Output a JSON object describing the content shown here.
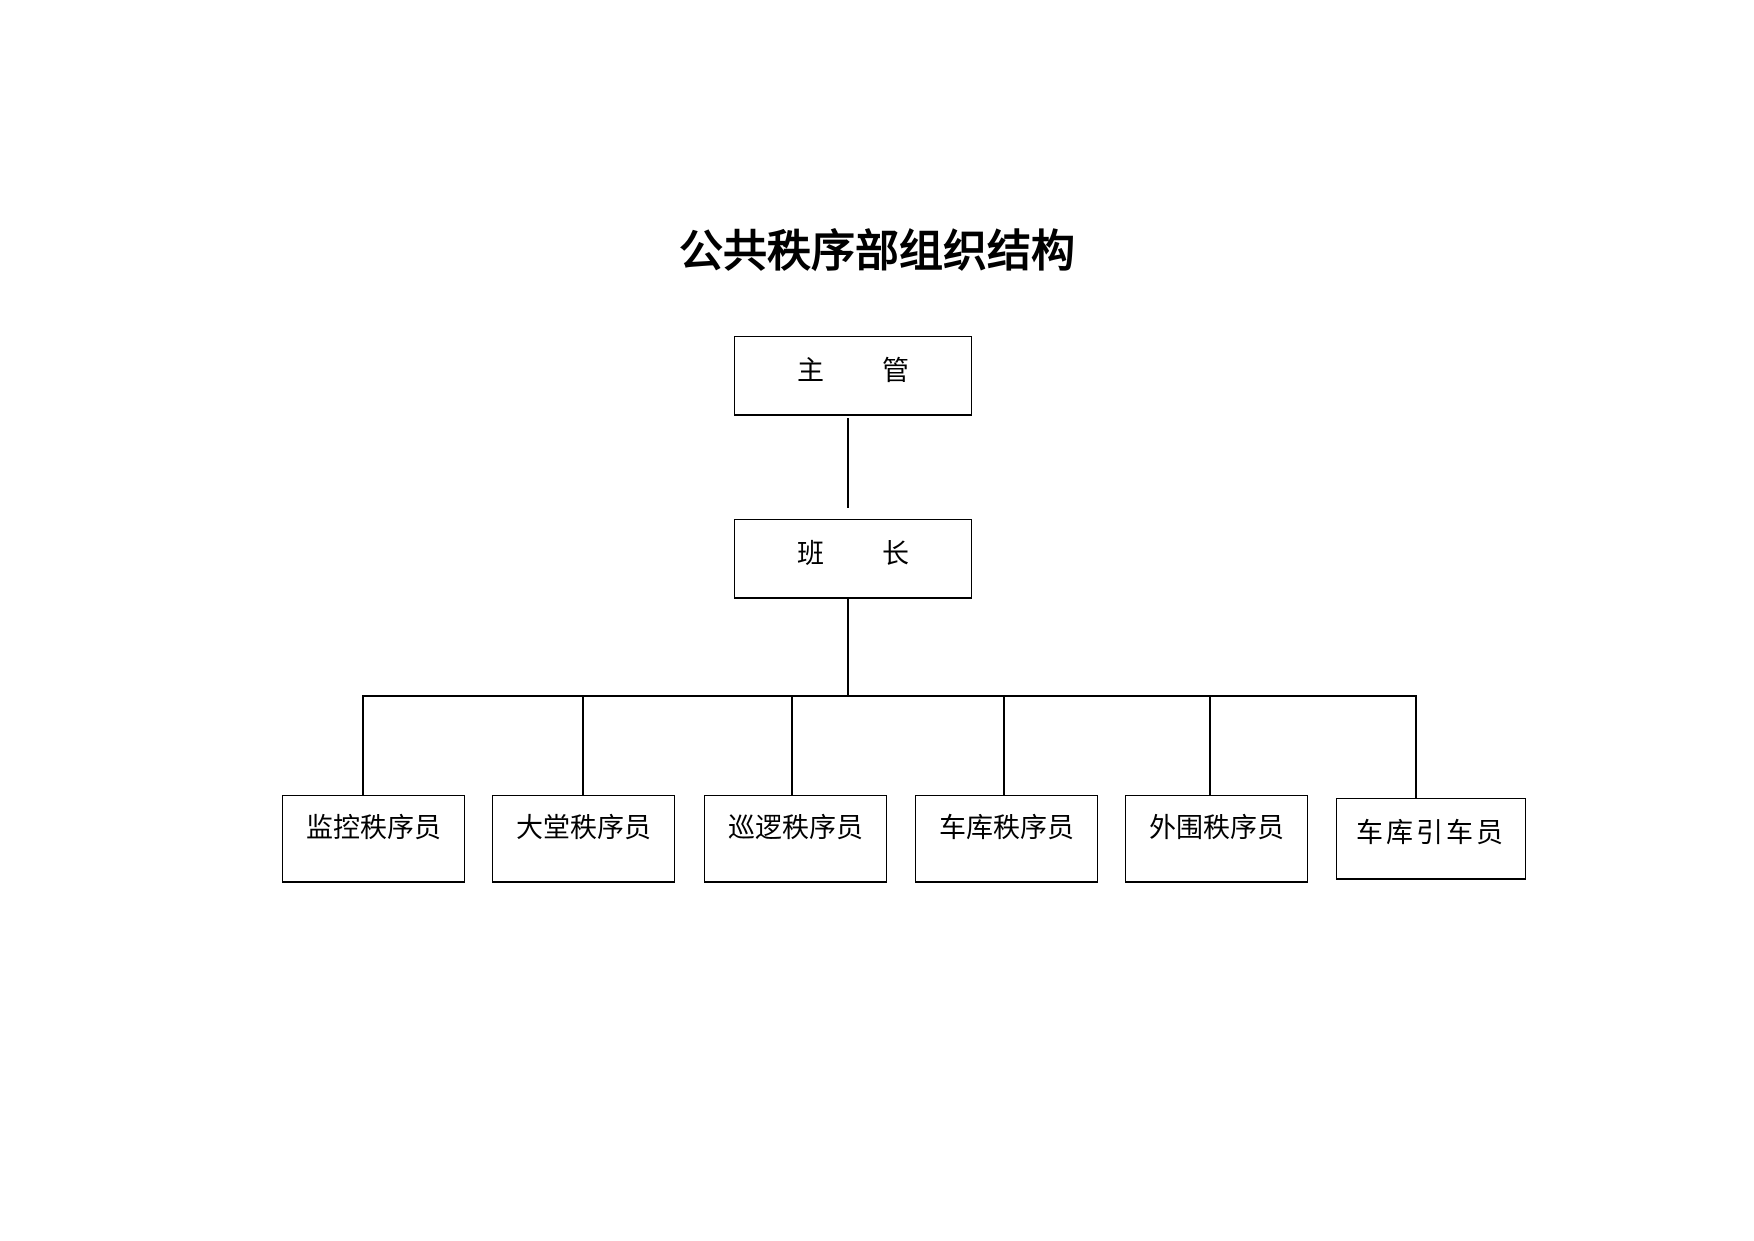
{
  "title": "公共秩序部组织结构",
  "nodes": {
    "supervisor": [
      "主",
      "管"
    ],
    "team_leader": [
      "班",
      "长"
    ],
    "staff": [
      "监控秩序员",
      "大堂秩序员",
      "巡逻秩序员",
      "车库秩序员",
      "外围秩序员",
      "车库引车员"
    ]
  }
}
